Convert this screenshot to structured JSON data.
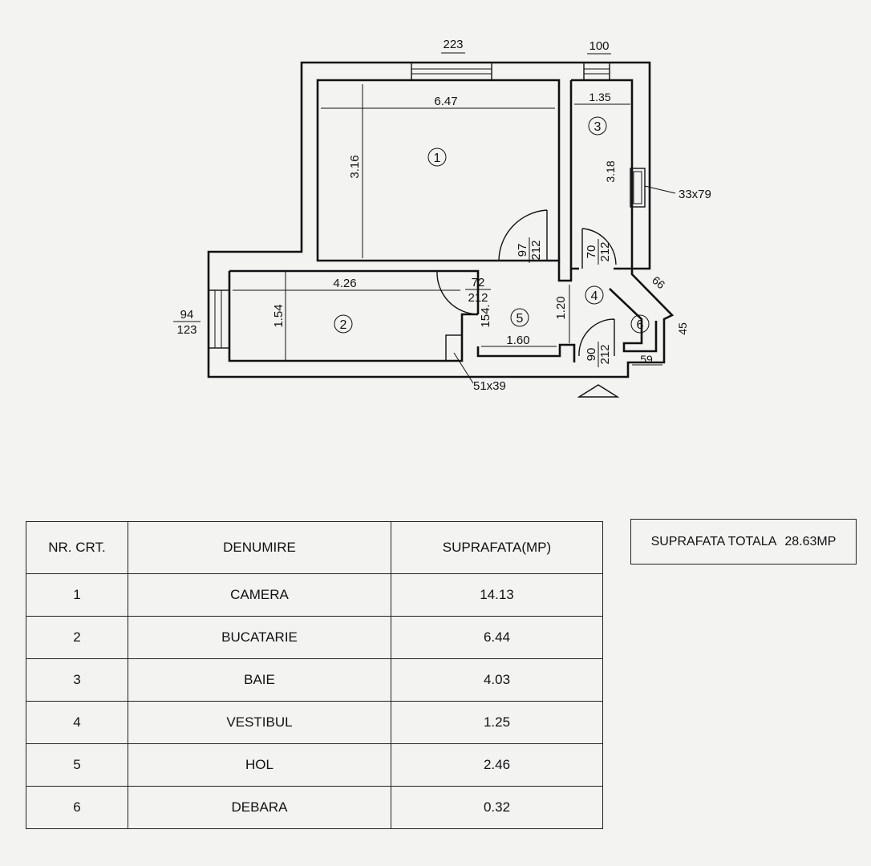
{
  "plan": {
    "window_labels": {
      "top_left": "223",
      "top_right": "100",
      "left_top": "94",
      "left_bottom": "123"
    },
    "dimensions": {
      "camera_width": "6.47",
      "camera_height": "3.16",
      "baie_width": "1.35",
      "baie_height": "3.18",
      "bucatarie_width": "4.26",
      "bucatarie_height": "1.54",
      "hol_width": "1.60",
      "hol_height": "154.",
      "vestibul_height": "1.20",
      "debara_a": "66",
      "debara_b": "45",
      "debara_width": "59"
    },
    "doors": {
      "camera": {
        "width": "97",
        "height": "212"
      },
      "baie": {
        "width": "70",
        "height": "212"
      },
      "bucatarie": {
        "width": "72",
        "height": "212"
      },
      "entrance": {
        "width": "90",
        "height": "212"
      }
    },
    "ducts": {
      "baie": "33x79",
      "bucatarie": "51x39"
    },
    "room_numbers": [
      "1",
      "2",
      "3",
      "4",
      "5",
      "6"
    ]
  },
  "table": {
    "headers": {
      "nr": "NR. CRT.",
      "name": "DENUMIRE",
      "area": "SUPRAFATA(MP)"
    },
    "rows": [
      {
        "nr": "1",
        "name": "CAMERA",
        "area": "14.13"
      },
      {
        "nr": "2",
        "name": "BUCATARIE",
        "area": "6.44"
      },
      {
        "nr": "3",
        "name": "BAIE",
        "area": "4.03"
      },
      {
        "nr": "4",
        "name": "VESTIBUL",
        "area": "1.25"
      },
      {
        "nr": "5",
        "name": "HOL",
        "area": "2.46"
      },
      {
        "nr": "6",
        "name": "DEBARA",
        "area": "0.32"
      }
    ]
  },
  "total": {
    "label": "SUPRAFATA TOTALA",
    "value": "28.63MP"
  }
}
